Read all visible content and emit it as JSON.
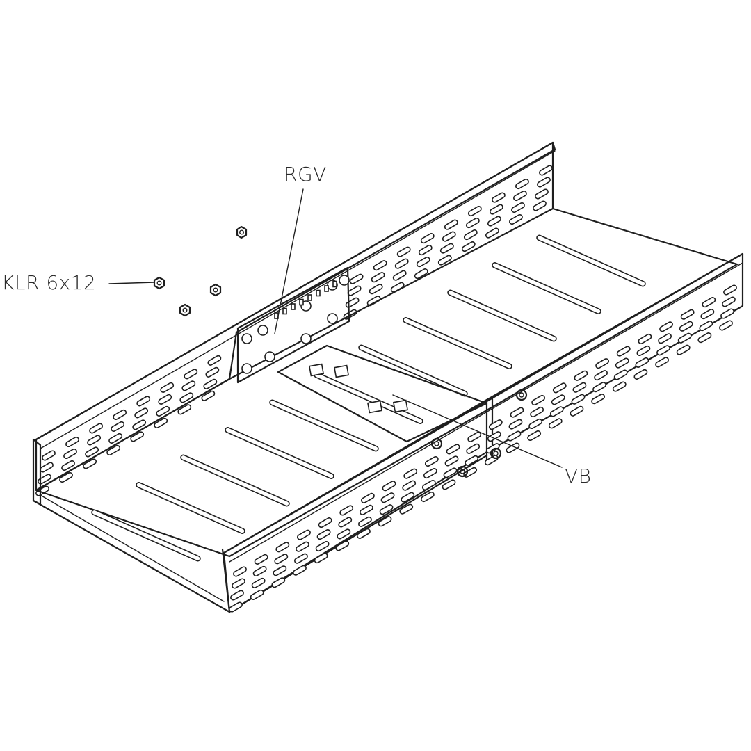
{
  "labels": {
    "rgv": "RGV",
    "klr": "KLR  6x12",
    "vb": "VB"
  },
  "colors": {
    "ink": "#1e1e1e",
    "background": "#ffffff"
  }
}
